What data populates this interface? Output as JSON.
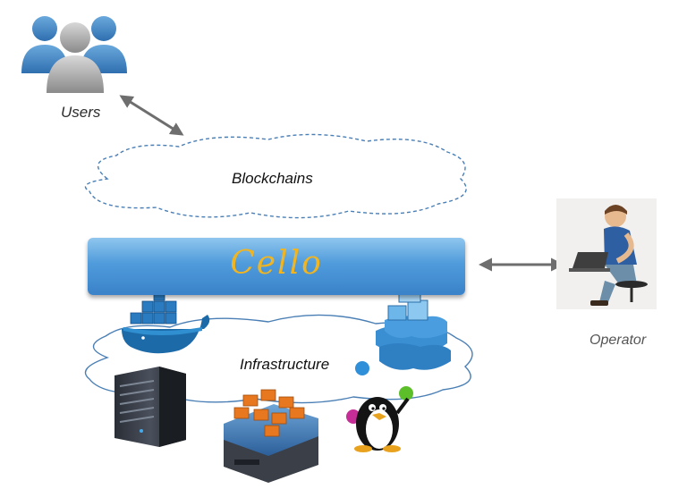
{
  "labels": {
    "users": "Users",
    "operator": "Operator",
    "blockchains": "Blockchains",
    "infrastructure": "Infrastructure",
    "cello": "Cello"
  },
  "icons": {
    "users": "users-group-icon",
    "operator": "operator-laptop-icon",
    "docker_ship": "docker-whale-icon",
    "docker_stack": "docker-containers-icon",
    "server": "server-tower-icon",
    "vmware": "vmware-esx-icon",
    "linux": "linux-penguin-icon"
  },
  "colors": {
    "cello_bar": "#4f9bdb",
    "cello_text": "#f2b51f",
    "arrow": "#6e6e6e",
    "cloud_outline": "#4a7fb5"
  }
}
